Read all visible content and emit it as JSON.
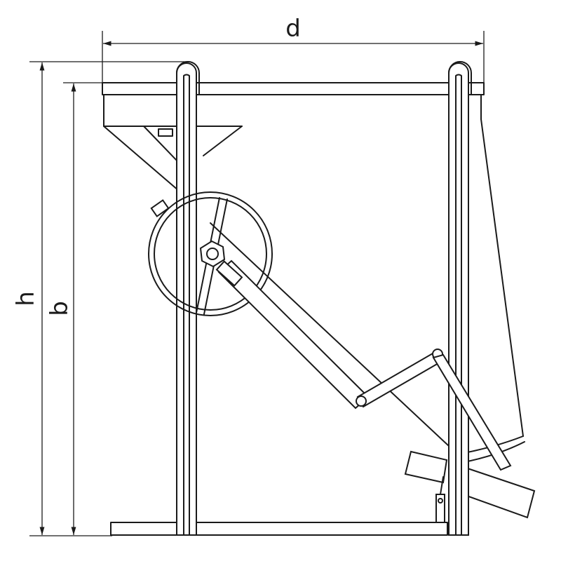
{
  "dimensions": {
    "width_label": "d",
    "height_label": "h",
    "body_height_label": "b"
  },
  "colors": {
    "line": "#1a1a1a",
    "background": "#ffffff"
  }
}
